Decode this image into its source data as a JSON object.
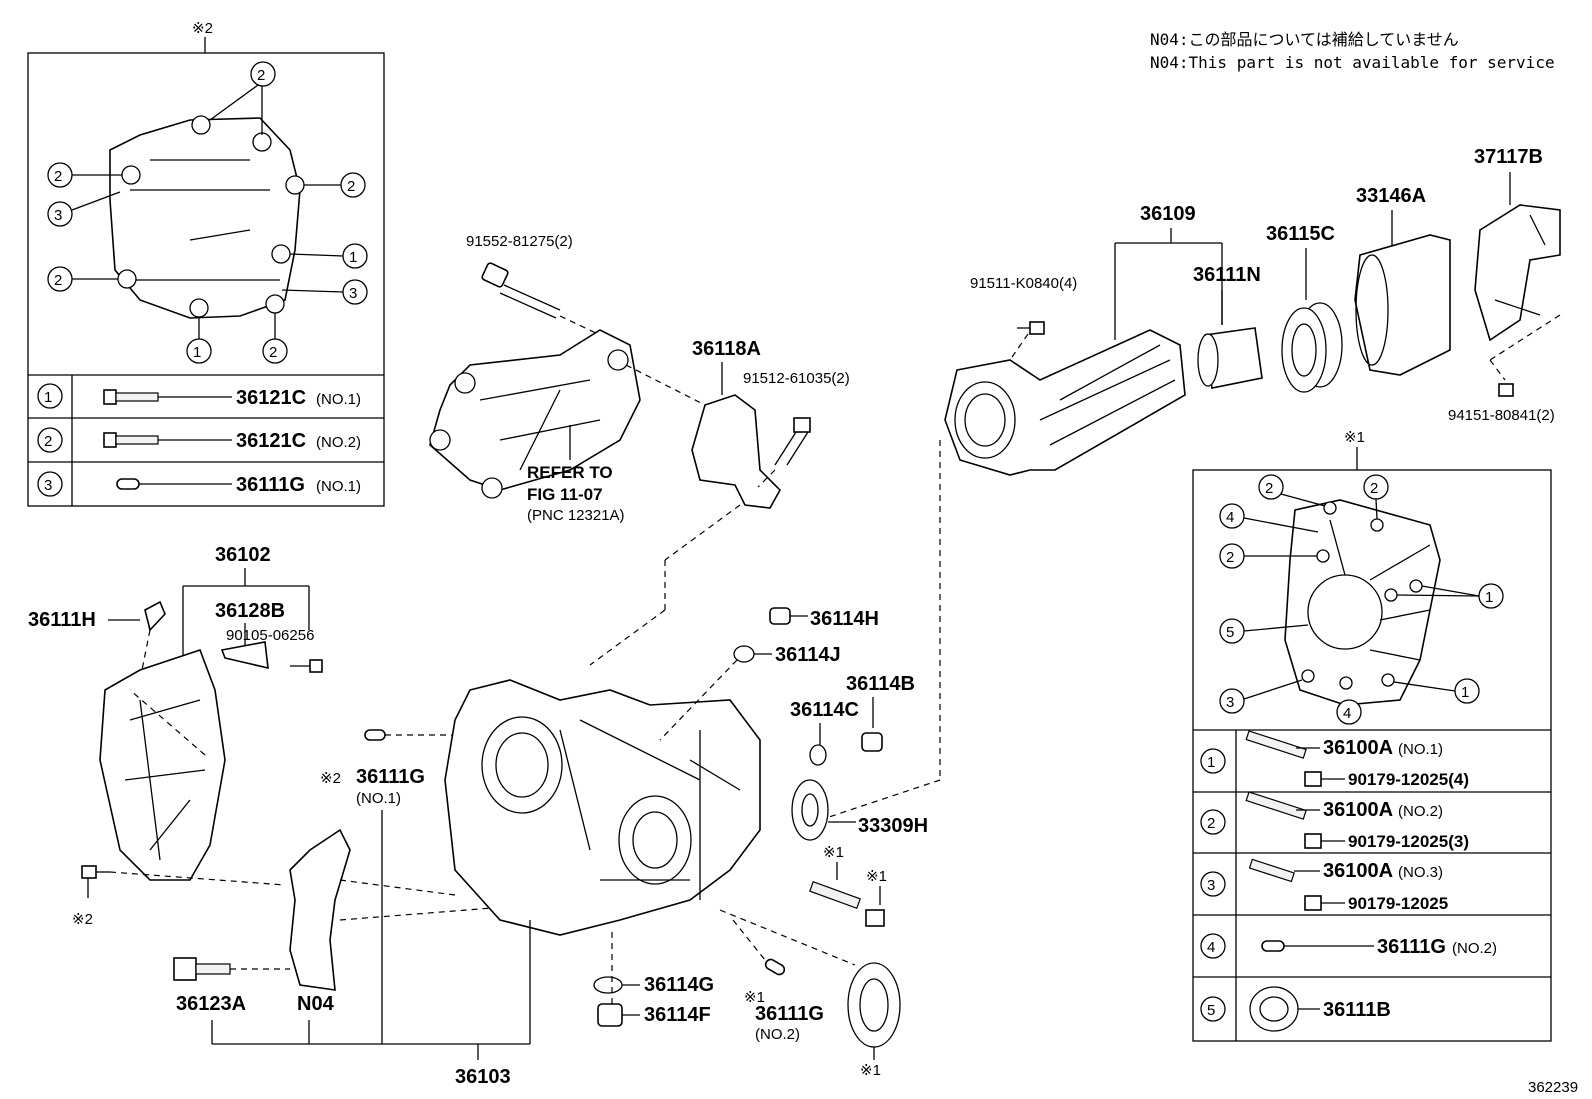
{
  "notes": {
    "jp": "N04:この部品については補給していません",
    "en": "N04:This part is not available for service"
  },
  "figure_number": "362239",
  "markers": {
    "x1": "※1",
    "x2": "※2"
  },
  "refs": [
    "1",
    "2",
    "3",
    "4",
    "5"
  ],
  "inset_top_left": {
    "title": "※2",
    "rows": [
      {
        "ref": "1",
        "part": "36121C",
        "qual": "(NO.1)"
      },
      {
        "ref": "2",
        "part": "36121C",
        "qual": "(NO.2)"
      },
      {
        "ref": "3",
        "part": "36111G",
        "qual": "(NO.1)"
      }
    ]
  },
  "inset_right": {
    "title": "※1",
    "rows": [
      {
        "ref": "1",
        "part": "36100A",
        "qual": "(NO.1)",
        "sub": "90179-12025(4)"
      },
      {
        "ref": "2",
        "part": "36100A",
        "qual": "(NO.2)",
        "sub": "90179-12025(3)"
      },
      {
        "ref": "3",
        "part": "36100A",
        "qual": "(NO.3)",
        "sub": "90179-12025"
      },
      {
        "ref": "4",
        "part": "36111G",
        "qual": "(NO.2)",
        "sub": ""
      },
      {
        "ref": "5",
        "part": "36111B",
        "qual": "",
        "sub": ""
      }
    ]
  },
  "parts": {
    "p91552": "91552-81275(2)",
    "p36118A": "36118A",
    "p91512": "91512-61035(2)",
    "refer1": "REFER TO",
    "refer2": "FIG 11-07",
    "refer3": "(PNC 12321A)",
    "p36109": "36109",
    "p91511": "91511-K0840(4)",
    "p36111N": "36111N",
    "p36115C": "36115C",
    "p33146A": "33146A",
    "p37117B": "37117B",
    "p94151": "94151-80841(2)",
    "p36102": "36102",
    "p36128B": "36128B",
    "p90105": "90105-06256",
    "p36111H": "36111H",
    "p36114H": "36114H",
    "p36114J": "36114J",
    "p36114B": "36114B",
    "p36114C": "36114C",
    "p33309H": "33309H",
    "p36111G_a": "36111G",
    "p36111G_a_q": "(NO.1)",
    "p36111G_b": "36111G",
    "p36111G_b_q": "(NO.2)",
    "p36114G": "36114G",
    "p36114F": "36114F",
    "p36123A": "36123A",
    "pN04": "N04",
    "p36103": "36103"
  }
}
